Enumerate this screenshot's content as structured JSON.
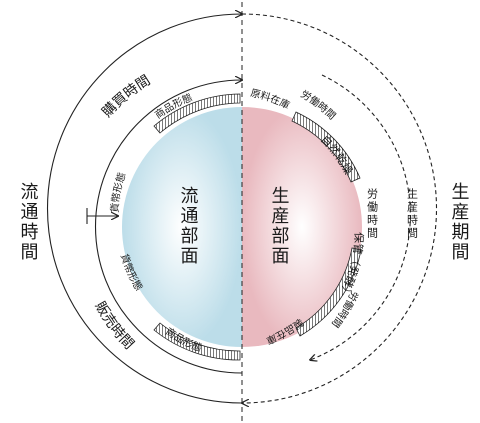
{
  "labels": {
    "ryutsu_jikan": "流通時間",
    "seisan_kikan": "生産期間",
    "ryutsu_bumen": "流通部面",
    "seisan_bumen": "生産部面",
    "seisan_jikan": "生産時間",
    "rodo_jikan_mid": "労働時間",
    "kobai_jikan": "購買時間",
    "hanbai_jikan": "販売時間",
    "shohin_keitai_top": "商品形態",
    "shohin_keitai_bottom": "商品形態",
    "kahei_keitai_upper": "貨幣形態",
    "kahei_keitai_lower": "貨幣形態",
    "genryo_zaiko": "原料在庫",
    "rodo_jikan_top": "労働時間",
    "shizen_kanso": "自然乾燥",
    "hokan_hakko": "保管（発酵）",
    "rodo_jikan_bottom": "労働時間",
    "seihin_zaiko": "製品在庫"
  },
  "colors": {
    "left_fill": "#cfe6f0",
    "right_fill": "#f0cfd3",
    "line": "#222222"
  }
}
